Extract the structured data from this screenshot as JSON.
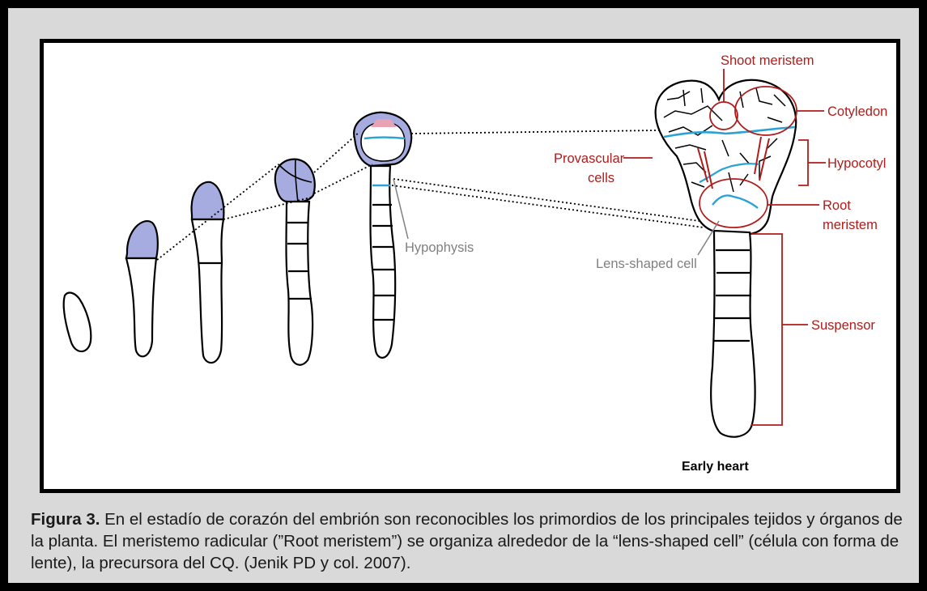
{
  "figure": {
    "labels": {
      "shoot_meristem": "Shoot meristem",
      "cotyledon": "Cotyledon",
      "provascular_line1": "Provascular",
      "provascular_line2": "cells",
      "hypocotyl": "Hypocotyl",
      "root_meristem_line1": "Root",
      "root_meristem_line2": "meristem",
      "hypophysis": "Hypophysis",
      "lens_shaped_cell": "Lens-shaped cell",
      "suspensor": "Suspensor",
      "stage_name": "Early heart"
    },
    "colors": {
      "label_red": "#b01c1c",
      "label_gray": "#808080",
      "cell_purple": "#a6acdf",
      "cell_pink": "#e7a3b3",
      "boundary_blue": "#29a3d6",
      "provascular_red": "#b01c1c"
    }
  },
  "caption": {
    "bold_prefix": "Figura 3.",
    "text": " En el estadío de corazón del embrión son reconocibles los primordios de los principales tejidos y órganos de la planta. El meristemo radicular (”Root meristem”) se organiza alrededor de la “lens-shaped cell” (célula con forma de lente), la precursora del CQ. (Jenik PD y col. 2007)."
  }
}
